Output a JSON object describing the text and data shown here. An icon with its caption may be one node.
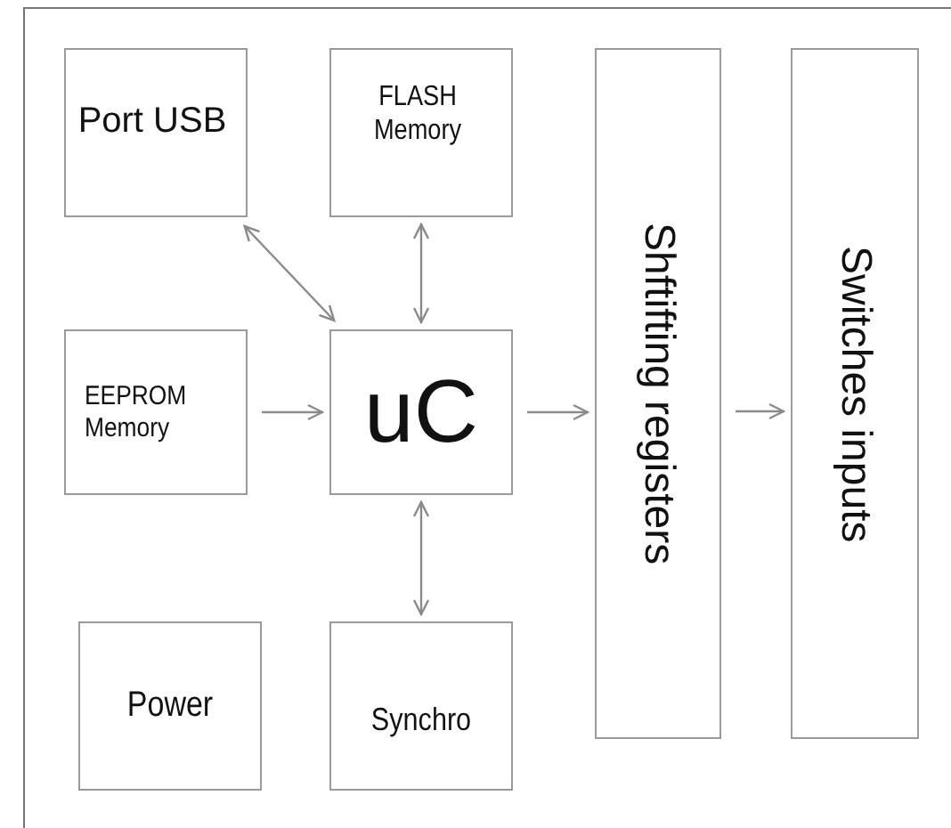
{
  "diagram": {
    "nodes": [
      {
        "text": [
          "Port USB"
        ]
      },
      {
        "text": [
          "FLASH Memory"
        ]
      },
      {
        "text": [
          "Shftifting registers"
        ]
      },
      {
        "text": [
          "Switches inputs"
        ]
      },
      {
        "text": [
          "EEPROM Memory"
        ]
      },
      {
        "text": [
          "uC"
        ]
      },
      {
        "text": [
          "Power"
        ]
      },
      {
        "text": [
          "Synchro"
        ]
      }
    ],
    "edges": [
      {
        "from": 0,
        "to": 5,
        "arrow": "both"
      },
      {
        "from": 1,
        "to": 5,
        "arrow": "both"
      },
      {
        "from": 4,
        "to": 5,
        "arrow": "to"
      },
      {
        "from": 5,
        "to": 2,
        "arrow": "to"
      },
      {
        "from": 2,
        "to": 3,
        "arrow": "to"
      },
      {
        "from": 5,
        "to": 7,
        "arrow": "both"
      }
    ]
  }
}
